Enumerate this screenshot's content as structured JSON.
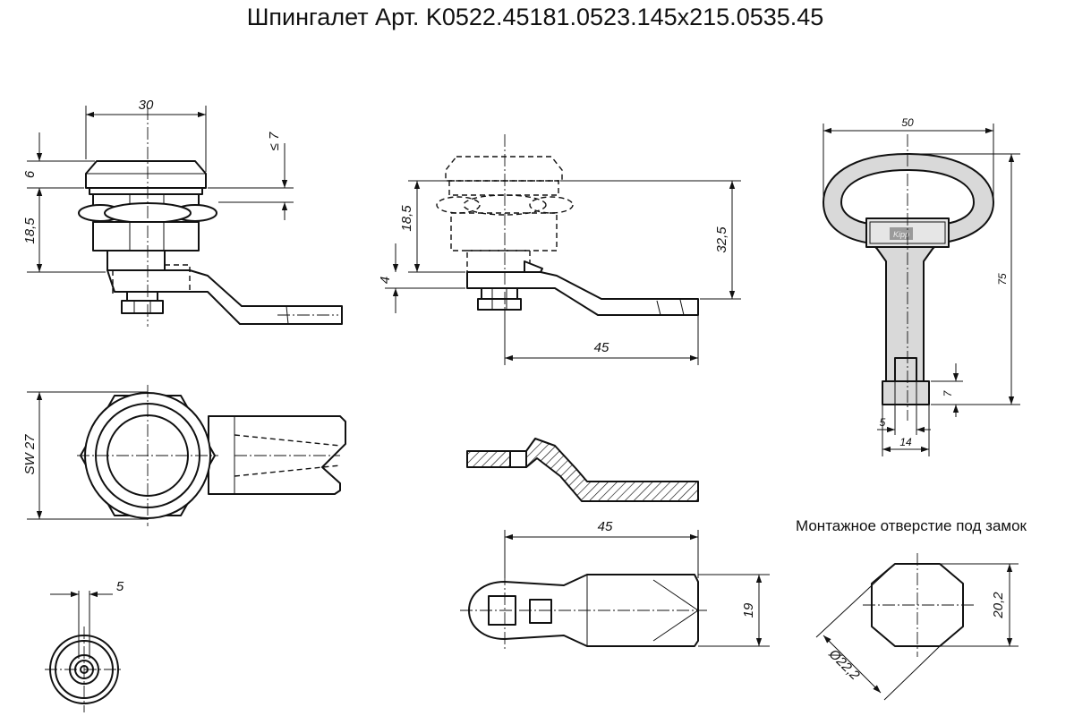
{
  "title": "Шпингалет Арт. K0522.45181.0523.145x215.0535.45",
  "caption": "Монтажное отверстие под замок",
  "dims": {
    "width_30": "30",
    "cap_6": "6",
    "body_18_5": "18,5",
    "max_7": "≤ 7",
    "side_18_5": "18,5",
    "side_32_5": "32,5",
    "side_4": "4",
    "side_45": "45",
    "sw27": "SW 27",
    "small_5": "5",
    "cam_45": "45",
    "cam_19": "19",
    "key_50": "50",
    "key_75": "75",
    "key_7": "7",
    "key_5": "5",
    "key_14": "14",
    "hole_20_2": "20,2",
    "hole_22_2": "Ø22,2"
  },
  "logo_text": "Kipp"
}
